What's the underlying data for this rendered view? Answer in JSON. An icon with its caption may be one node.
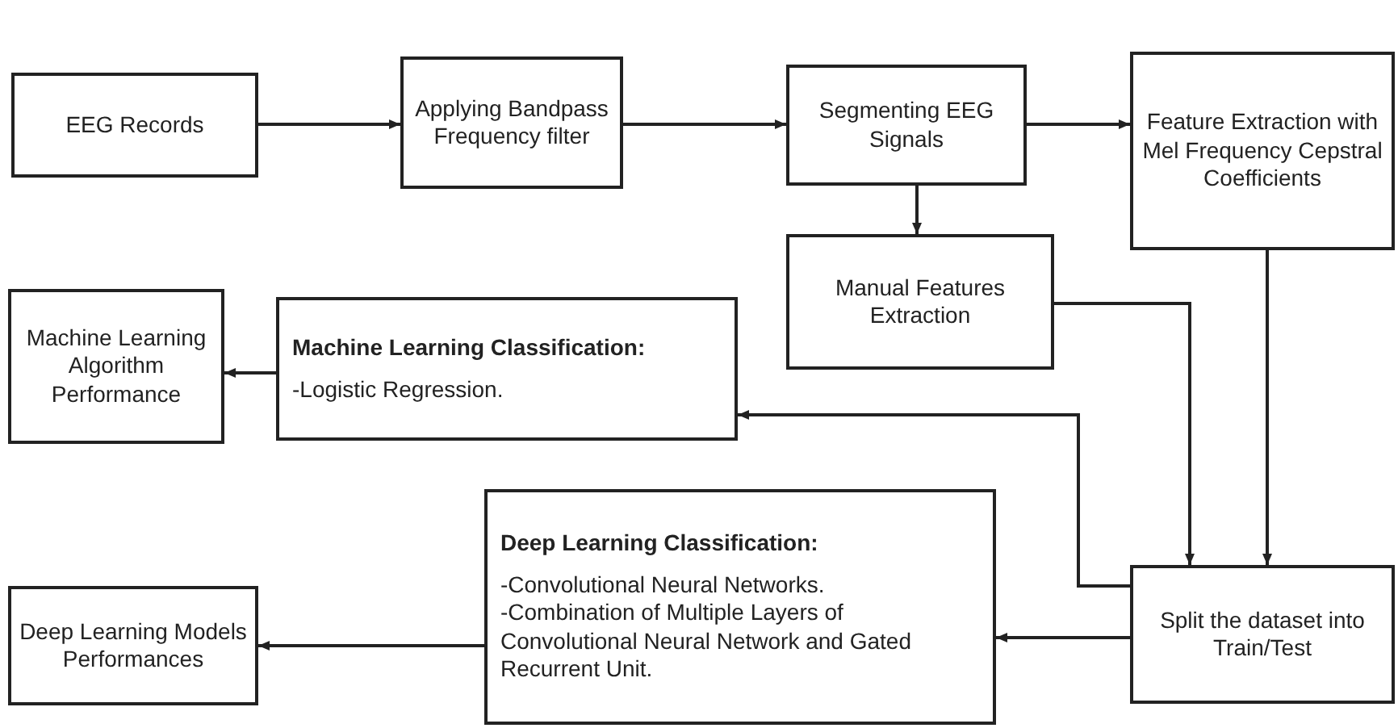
{
  "diagram": {
    "nodes": [
      {
        "text": [
          "EEG Records"
        ]
      },
      {
        "text": [
          "Applying Bandpass Frequency filter"
        ]
      },
      {
        "text": [
          "Segmenting EEG Signals"
        ]
      },
      {
        "text": [
          "Feature Extraction with Mel Frequency Cepstral Coefficients"
        ]
      },
      {
        "text": [
          "Manual Features Extraction"
        ]
      },
      {
        "text": [
          "Machine Learning Classification:",
          "-Logistic Regression."
        ]
      },
      {
        "text": [
          "Machine Learning Algorithm Performance"
        ]
      },
      {
        "text": [
          "Deep Learning Classification:",
          "-Convolutional Neural Networks.",
          "-Combination of Multiple Layers of Convolutional Neural Network and Gated Recurrent Unit."
        ]
      },
      {
        "text": [
          "Split the dataset into Train/Test"
        ]
      },
      {
        "text": [
          "Deep Learning Models Performances"
        ]
      }
    ],
    "edges": [
      {
        "from": 0,
        "to": 1,
        "arrow": "to"
      },
      {
        "from": 1,
        "to": 2,
        "arrow": "to"
      },
      {
        "from": 2,
        "to": 3,
        "arrow": "to"
      },
      {
        "from": 2,
        "to": 4,
        "arrow": "to"
      },
      {
        "from": 3,
        "to": 8,
        "arrow": "to"
      },
      {
        "from": 4,
        "to": 8,
        "arrow": "to"
      },
      {
        "from": 8,
        "to": 5,
        "arrow": "to"
      },
      {
        "from": 8,
        "to": 7,
        "arrow": "to"
      },
      {
        "from": 5,
        "to": 6,
        "arrow": "to"
      },
      {
        "from": 7,
        "to": 9,
        "arrow": "to"
      }
    ]
  }
}
